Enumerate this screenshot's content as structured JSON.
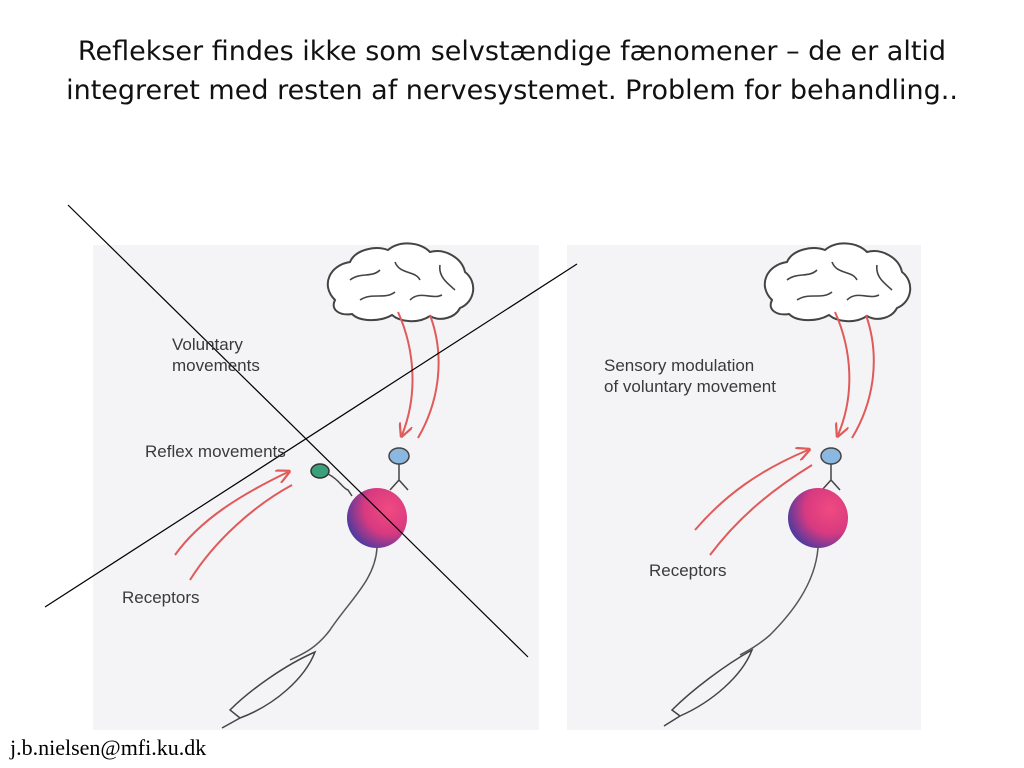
{
  "slide": {
    "title": "Reflekser findes ikke som selvstændige fænomener – de er altid integreret med resten af nervesystemet. Problem for behandling..",
    "footer_email": "j.b.nielsen@mfi.ku.dk"
  },
  "left_diagram": {
    "label_voluntary_line1": "Voluntary",
    "label_voluntary_line2": "movements",
    "label_reflex": "Reflex movements",
    "label_receptors": "Receptors",
    "crossed_out": true
  },
  "right_diagram": {
    "label_sensory_line1": "Sensory modulation",
    "label_sensory_line2": "of voluntary movement",
    "label_receptors": "Receptors"
  },
  "colors": {
    "arrow": "#e05a5a",
    "motoneuron_pink": "#e8407a",
    "motoneuron_blue": "#3a3a9a",
    "interneuron_green": "#3aa07a",
    "upper_neuron_blue": "#8ab8e0",
    "cross_line": "#000000"
  }
}
